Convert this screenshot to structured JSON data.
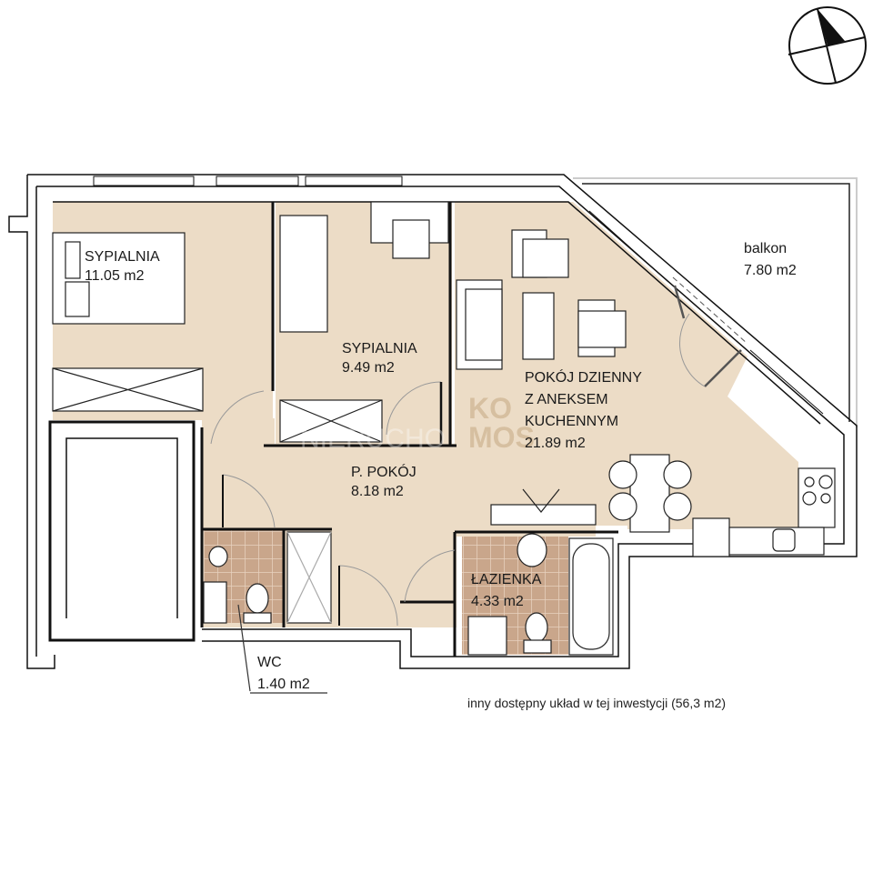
{
  "plan": {
    "rooms": [
      {
        "name": "SYPIALNIA",
        "area": "11.05 m2"
      },
      {
        "name": "SYPIALNIA",
        "area": "9.49 m2"
      },
      {
        "name": "POKÓJ DZIENNY",
        "name2": "Z ANEKSEM",
        "name3": "KUCHENNYM",
        "area": "21.89 m2"
      },
      {
        "name": "P. POKÓJ",
        "area": "8.18 m2"
      },
      {
        "name": "ŁAZIENKA",
        "area": "4.33 m2"
      },
      {
        "name": "WC",
        "area": "1.40 m2"
      },
      {
        "name": "balkon",
        "area": "7.80 m2"
      }
    ],
    "note": "inny dostępny układ w tej inwestycji (56,3 m2)",
    "watermark": "KO MOS NIERUCHOMOŚCI",
    "compass": "north-arrow-icon"
  },
  "colors": {
    "floor": "#ecdcc6",
    "tile": "#c9a68b",
    "tile_line": "#a88468",
    "wall": "#111111"
  }
}
